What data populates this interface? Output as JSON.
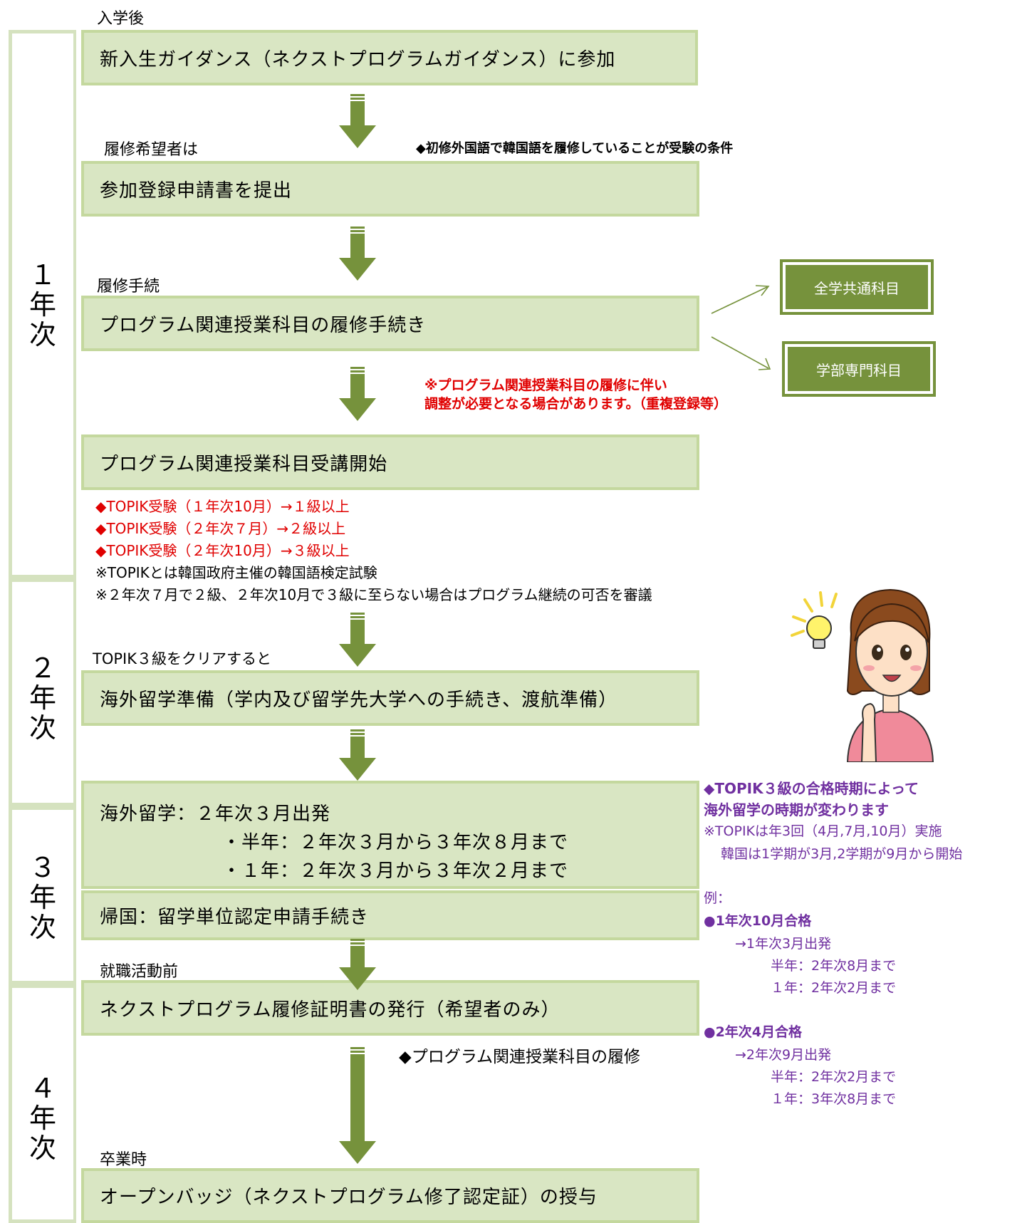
{
  "years": [
    {
      "label": "１\n年\n次"
    },
    {
      "label": "２\n年\n次"
    },
    {
      "label": "３\n年\n次"
    },
    {
      "label": "４\n年\n次"
    }
  ],
  "labels": {
    "after_entry": "入学後",
    "applicants": "履修希望者は",
    "registration": "履修手続",
    "topik_clear": "TOPIK３級をクリアすると",
    "before_job": "就職活動前",
    "graduation": "卒業時"
  },
  "steps": {
    "guidance": "新入生ガイダンス（ネクストプログラムガイダンス）に参加",
    "apply": "参加登録申請書を提出",
    "enroll": "プログラム関連授業科目の履修手続き",
    "start": "プログラム関連授業科目受講開始",
    "prepare": "海外留学準備（学内及び留学先大学への手続き、渡航準備）",
    "abroad_title": "海外留学：２年次３月出発",
    "abroad_half": "・半年：２年次３月から３年次８月まで",
    "abroad_year": "・１年：２年次３月から３年次２月まで",
    "return": "帰国：留学単位認定申請手続き",
    "certificate": "ネクストプログラム履修証明書の発行（希望者のみ）",
    "badge": "オープンバッジ（ネクストプログラム修了認定証）の授与"
  },
  "side_boxes": {
    "common": "全学共通科目",
    "faculty": "学部専門科目"
  },
  "notes": {
    "condition": "◆初修外国語で韓国語を履修していることが受験の条件",
    "adjust_1": "※プログラム関連授業科目の履修に伴い",
    "adjust_2": "調整が必要となる場合があります。（重複登録等）",
    "topik_1": "◆TOPIK受験（１年次10月）→１級以上",
    "topik_2": "◆TOPIK受験（２年次７月）→２級以上",
    "topik_3": "◆TOPIK受験（２年次10月）→３級以上",
    "topik_def": "※TOPIKとは韓国政府主催の韓国語検定試験",
    "topik_review": "※２年次７月で２級、２年次10月で３級に至らない場合はプログラム継続の可否を審議",
    "continue_courses": "◆プログラム関連授業科目の履修"
  },
  "timing": {
    "head_1": "◆TOPIK３級の合格時期によって",
    "head_2": "海外留学の時期が変わります",
    "info_1": "※TOPIKは年3回（4月,7月,10月）実施",
    "info_2": "韓国は1学期が3月,2学期が9月から開始",
    "example": "例：",
    "case1_title": "●1年次10月合格",
    "case1_depart": "→1年次3月出発",
    "case1_half": "半年：2年次8月まで",
    "case1_year": "１年：2年次2月まで",
    "case2_title": "●2年次4月合格",
    "case2_depart": "→2年次9月出発",
    "case2_half": "半年：2年次2月まで",
    "case2_year": "１年：3年次8月まで"
  },
  "colors": {
    "box_fill": "#d9e6c3",
    "box_border": "#c4d89e",
    "arrow": "#76923c",
    "side_box": "#76923c",
    "red": "#e00000",
    "purple": "#7030a0"
  }
}
